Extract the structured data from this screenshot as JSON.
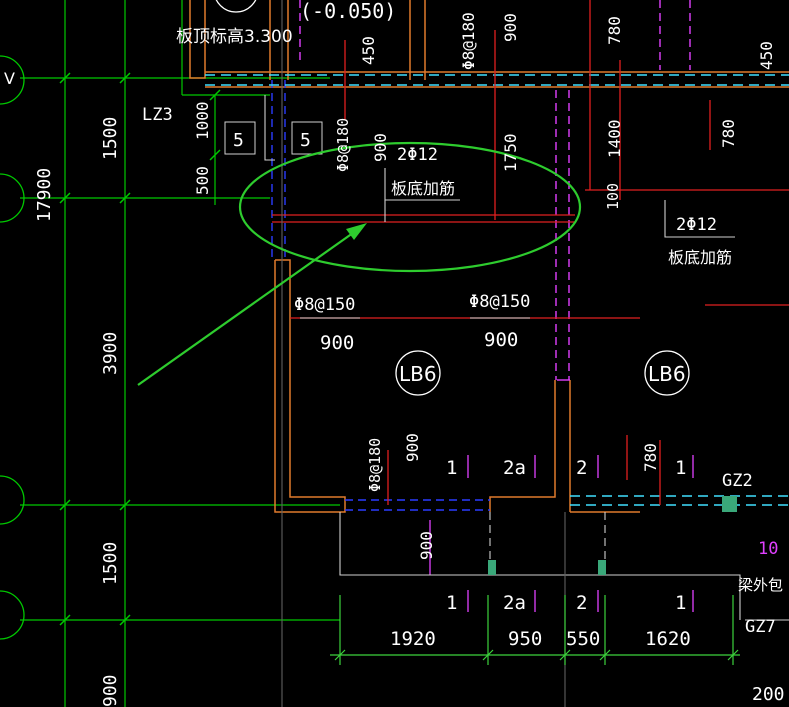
{
  "colors": {
    "background": "#000000",
    "grid_line": "#00c800",
    "dimension_line": "#3cd23c",
    "wall": "#e07a2c",
    "rebar": "#e02020",
    "beam_dash": "#2a3cff",
    "beam_outline_dash": "#e040ff",
    "axis_dash": "#40e0ff",
    "highlight_ellipse": "#2ecc2e",
    "arrow": "#2ecc2e",
    "text": "#ffffff",
    "magenta_text": "#e040ff",
    "column_fill": "#3aa87a"
  },
  "labels": {
    "top_circle_fragment": "",
    "elevation_top": "(-0.050)",
    "slab_elevation": "板顶标高3.300",
    "column_lz3": "LZ3",
    "dim_1000": "1000",
    "dim_500": "500",
    "box_5_left": "5",
    "box_5_right": "5",
    "dim_450_top": "450",
    "rebar_phi8_180_top": "Φ8@180",
    "dim_900_top": "900",
    "dim_780_top": "780",
    "dim_450_right": "450",
    "rebar_phi8_180_mid": "Φ8@180",
    "dim_900_mid": "900",
    "rebar_2phi12_left": "2Φ12",
    "note_slab_bottom_left": "板底加筋",
    "dim_1750": "1750",
    "dim_1400": "1400",
    "dim_780_right": "780",
    "dim_100": "100",
    "rebar_2phi12_right": "2Φ12",
    "note_slab_bottom_right": "板底加筋",
    "rebar_phi8_150_left": "Φ8@150",
    "rebar_phi8_150_right": "Φ8@150",
    "dim_900_left": "900",
    "dim_900_right": "900",
    "slab_lb6_left": "LB6",
    "slab_lb6_right": "LB6",
    "rebar_phi8_180_low": "Φ8@180",
    "dim_900_low": "900",
    "bay_1_a": "1",
    "bay_2a_a": "2a",
    "bay_2_a": "2",
    "dim_780_low": "780",
    "bay_1_b": "1",
    "column_gz2": "GZ2",
    "dim_900_bottom": "900",
    "magenta_10": "10",
    "note_beam_wrap": "梁外包",
    "bay_1_c": "1",
    "bay_2a_c": "2a",
    "bay_2_c": "2",
    "bay_1_d": "1",
    "dim_1920": "1920",
    "dim_950": "950",
    "dim_550": "550",
    "dim_1620": "1620",
    "column_gz7": "GZ7",
    "dim_200": "200",
    "axis_dim_1500_top": "1500",
    "axis_dim_17900": "17900",
    "axis_dim_3900": "3900",
    "axis_dim_1500_bottom": "1500",
    "axis_dim_bottom_fragment": "900",
    "axis_bubble_top_fragment": "V"
  }
}
